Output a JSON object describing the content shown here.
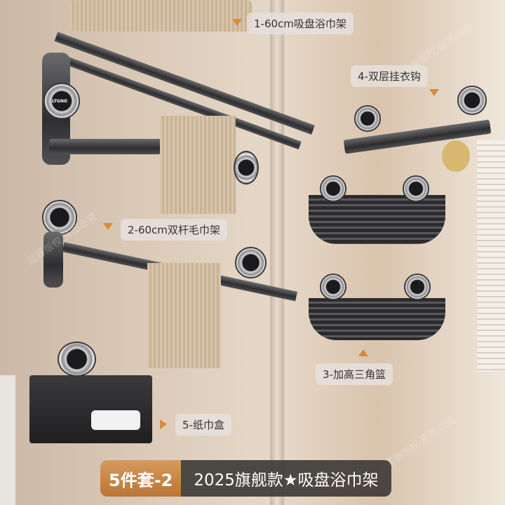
{
  "labels": {
    "item1": "1-60cm吸盘浴巾架",
    "item2": "2-60cm双杆毛巾架",
    "item3": "3-加高三角篮",
    "item4": "4-双层挂衣钩",
    "item5": "5-纸巾盒"
  },
  "banner": {
    "set": "5件套-2",
    "title": "2025旗舰款★吸盘浴巾架"
  },
  "watermark": "蓝藤版权 盗图必究",
  "logo": "LTGNO",
  "colors": {
    "accent": "#d98a3a",
    "banner_dark": "#3c3836"
  }
}
